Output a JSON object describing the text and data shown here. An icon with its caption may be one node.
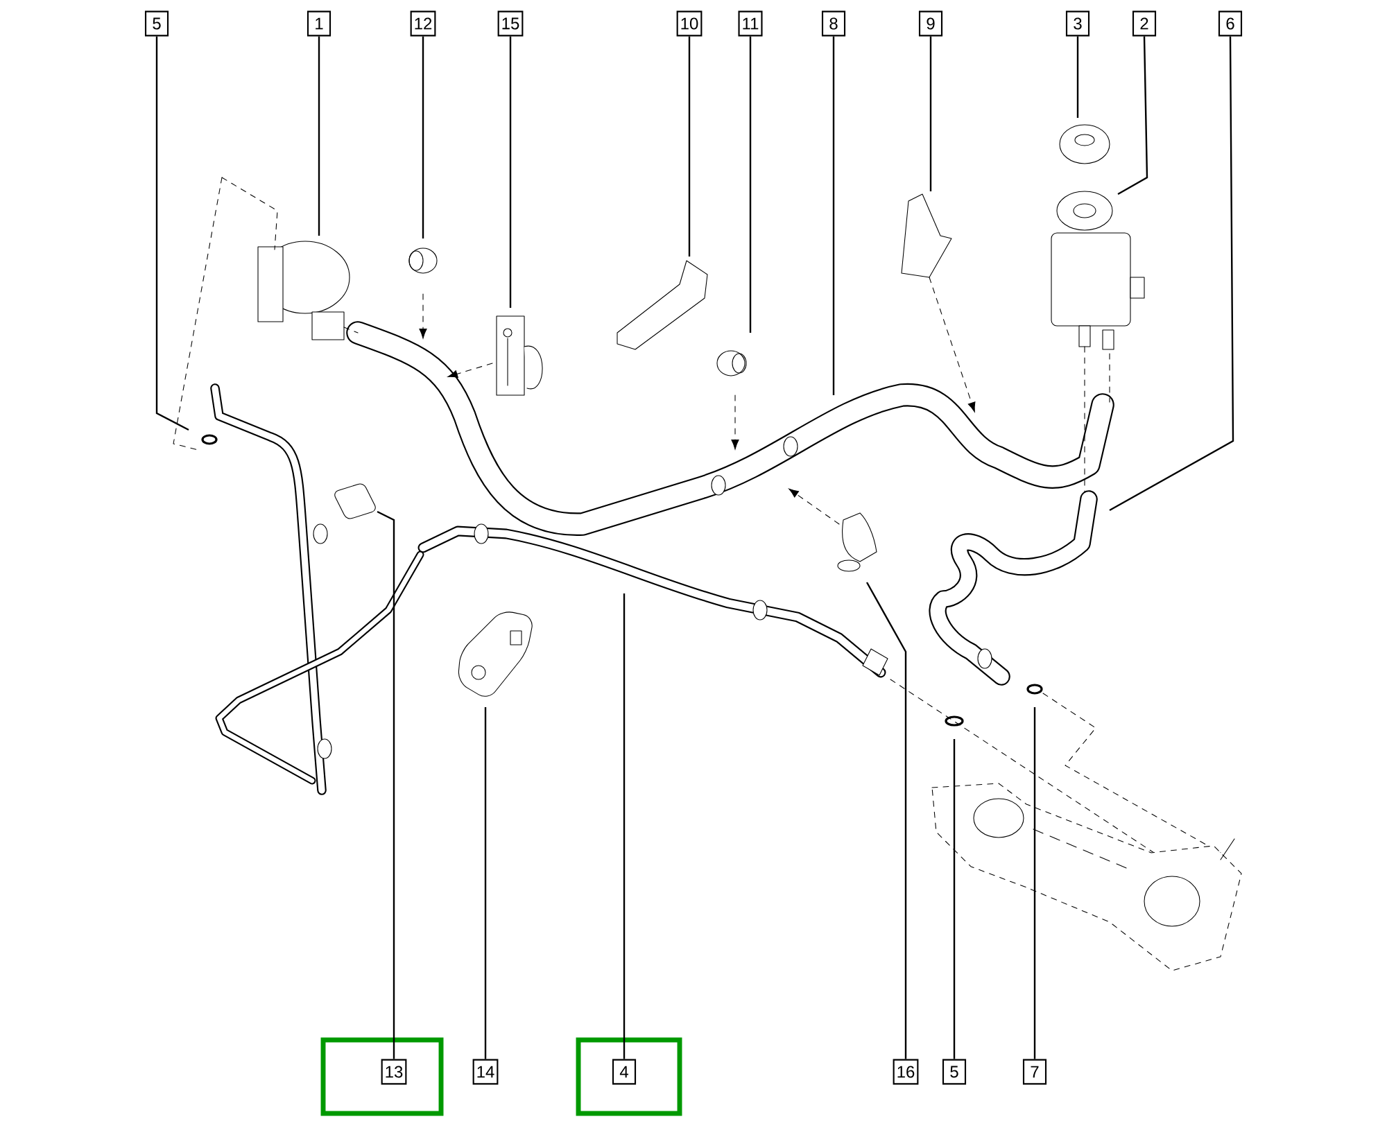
{
  "diagram": {
    "nodes": [
      {
        "text": [
          "5"
        ]
      },
      {
        "text": [
          "1"
        ]
      },
      {
        "text": [
          "12"
        ]
      },
      {
        "text": [
          "15"
        ]
      },
      {
        "text": [
          "10"
        ]
      },
      {
        "text": [
          "11"
        ]
      },
      {
        "text": [
          "8"
        ]
      },
      {
        "text": [
          "9"
        ]
      },
      {
        "text": [
          "3"
        ]
      },
      {
        "text": [
          "2"
        ]
      },
      {
        "text": [
          "6"
        ]
      },
      {
        "text": [],
        "shape": "box"
      },
      {
        "text": [
          "13"
        ],
        "in": 11
      },
      {
        "text": [
          "14"
        ]
      },
      {
        "text": [],
        "shape": "box"
      },
      {
        "text": [
          "4"
        ],
        "in": 14
      },
      {
        "text": [
          "16"
        ]
      },
      {
        "text": [
          "5"
        ]
      },
      {
        "text": [
          "7"
        ]
      }
    ],
    "edges": [
      {
        "from": 0,
        "to": null,
        "arrow": "none"
      },
      {
        "from": 1,
        "to": null,
        "arrow": "none"
      },
      {
        "from": 2,
        "to": null,
        "arrow": "none"
      },
      {
        "from": 3,
        "to": null,
        "arrow": "none"
      },
      {
        "from": 4,
        "to": null,
        "arrow": "none"
      },
      {
        "from": 5,
        "to": null,
        "arrow": "none"
      },
      {
        "from": 6,
        "to": null,
        "arrow": "none"
      },
      {
        "from": 7,
        "to": null,
        "arrow": "none"
      },
      {
        "from": 8,
        "to": null,
        "arrow": "none"
      },
      {
        "from": 9,
        "to": null,
        "arrow": "none"
      },
      {
        "from": 10,
        "to": null,
        "arrow": "none"
      },
      {
        "from": 12,
        "to": null,
        "arrow": "none"
      },
      {
        "from": 13,
        "to": null,
        "arrow": "none"
      },
      {
        "from": 15,
        "to": null,
        "arrow": "none"
      },
      {
        "from": 16,
        "to": null,
        "arrow": "none"
      },
      {
        "from": 17,
        "to": null,
        "arrow": "none"
      },
      {
        "from": 18,
        "to": null,
        "arrow": "none"
      }
    ]
  }
}
